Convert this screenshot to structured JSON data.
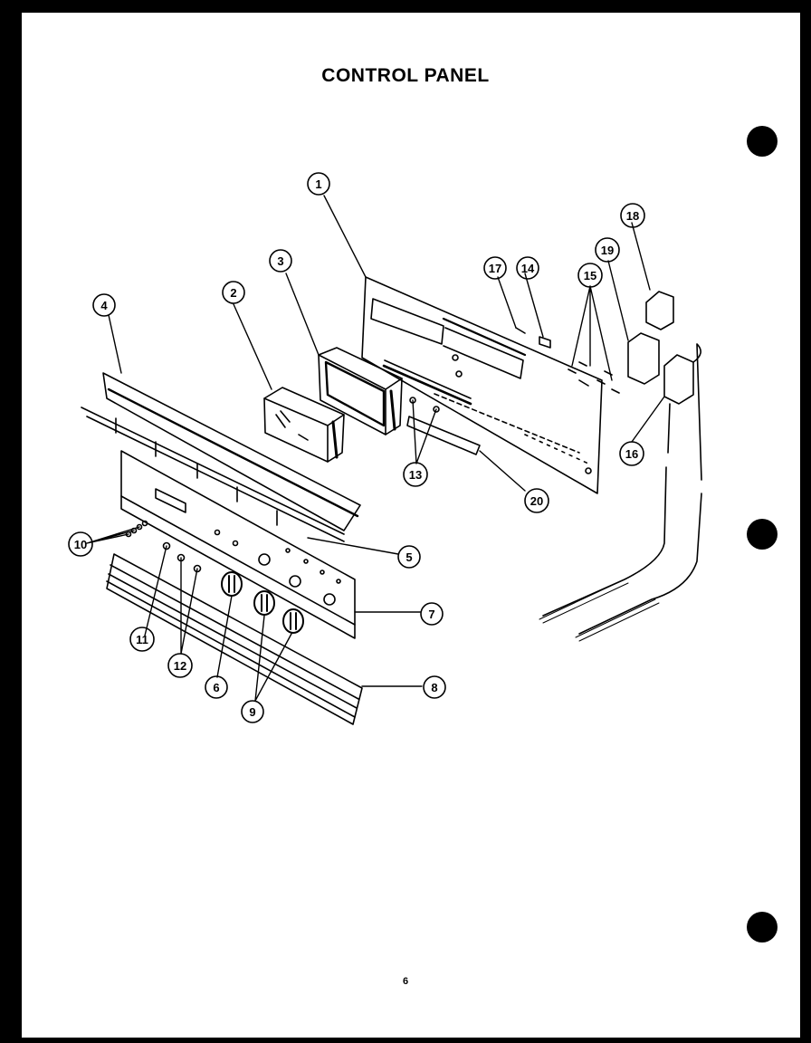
{
  "page": {
    "title": "CONTROL PANEL",
    "page_number": "6"
  },
  "callouts": [
    "1",
    "2",
    "3",
    "4",
    "5",
    "6",
    "7",
    "8",
    "9",
    "10",
    "11",
    "12",
    "13",
    "14",
    "15",
    "16",
    "17",
    "18",
    "19",
    "20"
  ]
}
